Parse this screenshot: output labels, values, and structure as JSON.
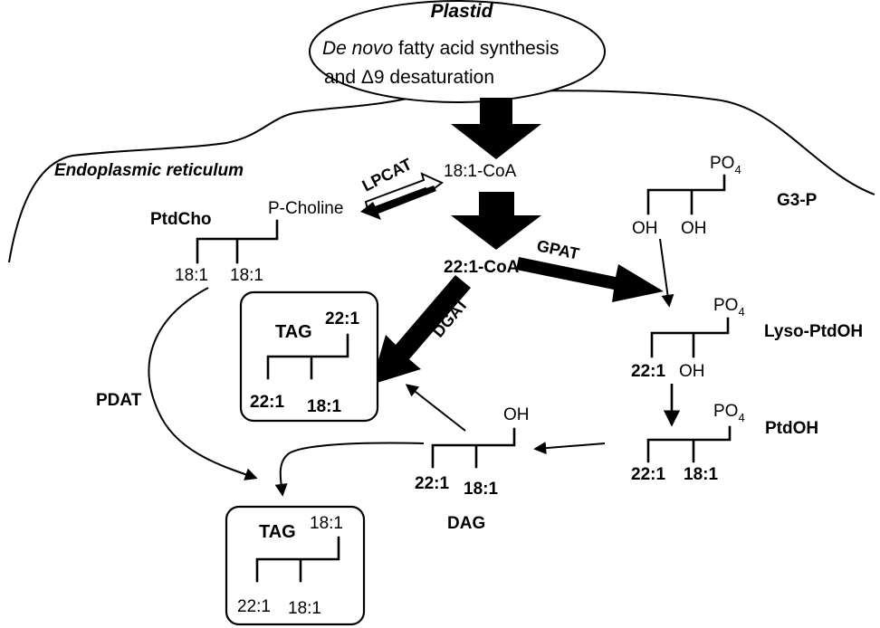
{
  "plastid": {
    "title": "Plastid",
    "line1_italic": "De novo",
    "line1_rest": " fatty acid synthesis",
    "line2": "and Δ9 desaturation"
  },
  "er_label": "Endoplasmic reticulum",
  "metabolites": {
    "oleoyl_coa": "18:1-CoA",
    "erucoyl_coa": "22:1-CoA",
    "p_choline": "P-Choline",
    "ptdcho": "PtdCho",
    "g3p": "G3-P",
    "lyso_ptdoh": "Lyso-PtdOH",
    "ptdoh": "PtdOH",
    "dag": "DAG"
  },
  "enzymes": {
    "lpcat": "LPCAT",
    "gpat": "GPAT",
    "dgat": "DGAT",
    "pdat": "PDAT"
  },
  "groups": {
    "po": "PO",
    "po_sub": "4",
    "oh": "OH",
    "fa_18_1": "18:1",
    "fa_22_1": "22:1",
    "tag": "TAG"
  }
}
